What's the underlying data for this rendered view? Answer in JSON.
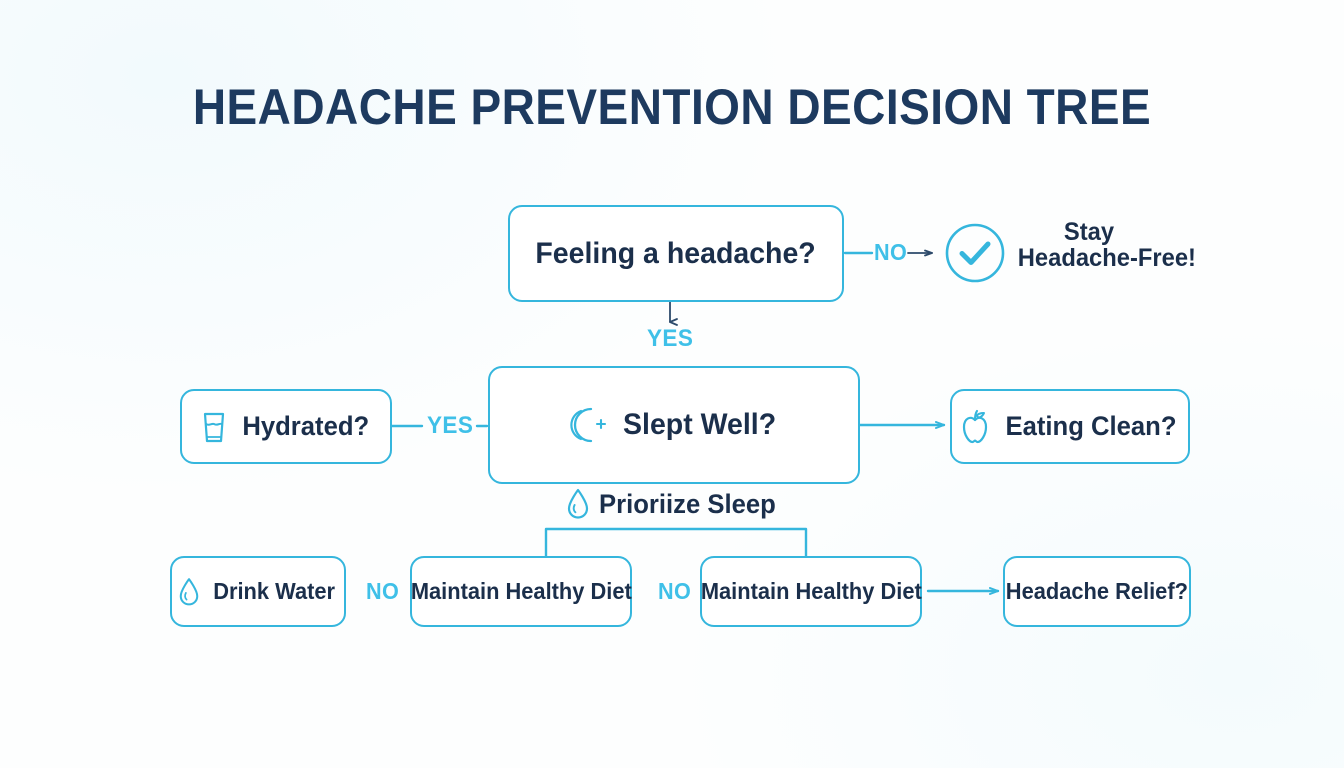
{
  "page": {
    "title": "HEADACHE PREVENTION DECISION TREE",
    "background_color": "#fdfefe",
    "accent_color": "#35b6dd",
    "label_color": "#3fc0e8",
    "text_color": "#1b2f4b",
    "title_color": "#1d3a5f"
  },
  "nodes": {
    "feeling_headache": {
      "label": "Feeling a headache?",
      "icon": "none"
    },
    "slept_well": {
      "label": "Slept Well?",
      "icon": "crescent-moon-icon"
    },
    "hydrated": {
      "label": "Hydrated?",
      "icon": "water-glass-icon"
    },
    "eating_clean": {
      "label": "Eating Clean?",
      "icon": "apple-icon"
    },
    "drink_water": {
      "label": "Drink Water",
      "icon": "water-drop-icon"
    },
    "maintain_diet_left": {
      "label": "Maintain Healthy Diet",
      "icon": "none"
    },
    "maintain_diet_right": {
      "label": "Maintain Healthy Diet",
      "icon": "none"
    },
    "headache_relief": {
      "label": "Headache Relief?",
      "icon": "none"
    }
  },
  "edges": {
    "no_top": "NO",
    "yes_down": "YES",
    "yes_hydrated": "YES",
    "no_left_bottom": "NO",
    "no_right_bottom": "NO"
  },
  "outcome": {
    "line1": "Stay",
    "line2": "Headache-Free!",
    "icon": "check-circle-icon"
  },
  "annotation": {
    "text": "Prioriize Sleep",
    "icon": "water-drop-icon"
  }
}
